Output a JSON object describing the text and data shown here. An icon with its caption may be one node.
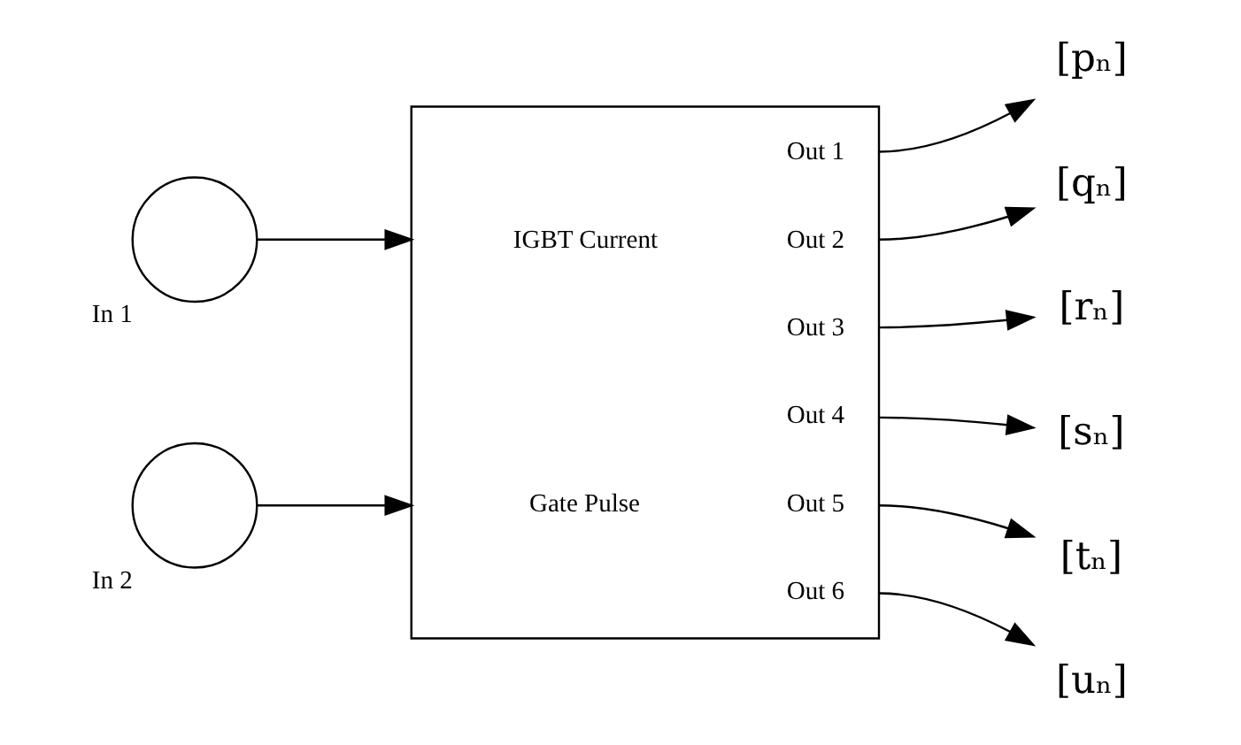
{
  "diagram": {
    "nodes": [
      {
        "text": [],
        "shape": "circle",
        "beside": [
          "In 1"
        ]
      },
      {
        "text": [],
        "shape": "circle",
        "beside": [
          "In 2"
        ]
      },
      {
        "text": [
          "IGBT Current",
          "Gate Pulse",
          "Out 1",
          "Out 2",
          "Out 3",
          "Out 4",
          "Out 5",
          "Out 6"
        ]
      },
      {
        "text": [
          "[pₙ]"
        ]
      },
      {
        "text": [
          "[qₙ]"
        ]
      },
      {
        "text": [
          "[rₙ]"
        ]
      },
      {
        "text": [
          "[sₙ]"
        ]
      },
      {
        "text": [
          "[tₙ]"
        ]
      },
      {
        "text": [
          "[uₙ]"
        ]
      }
    ],
    "edges": [
      {
        "from": 0,
        "to": 2,
        "arrow": "to"
      },
      {
        "from": 1,
        "to": 2,
        "arrow": "to"
      },
      {
        "from": 2,
        "to": 3,
        "arrow": "to"
      },
      {
        "from": 2,
        "to": 4,
        "arrow": "to"
      },
      {
        "from": 2,
        "to": 5,
        "arrow": "to"
      },
      {
        "from": 2,
        "to": 6,
        "arrow": "to"
      },
      {
        "from": 2,
        "to": 7,
        "arrow": "to"
      },
      {
        "from": 2,
        "to": 8,
        "arrow": "to"
      }
    ]
  }
}
